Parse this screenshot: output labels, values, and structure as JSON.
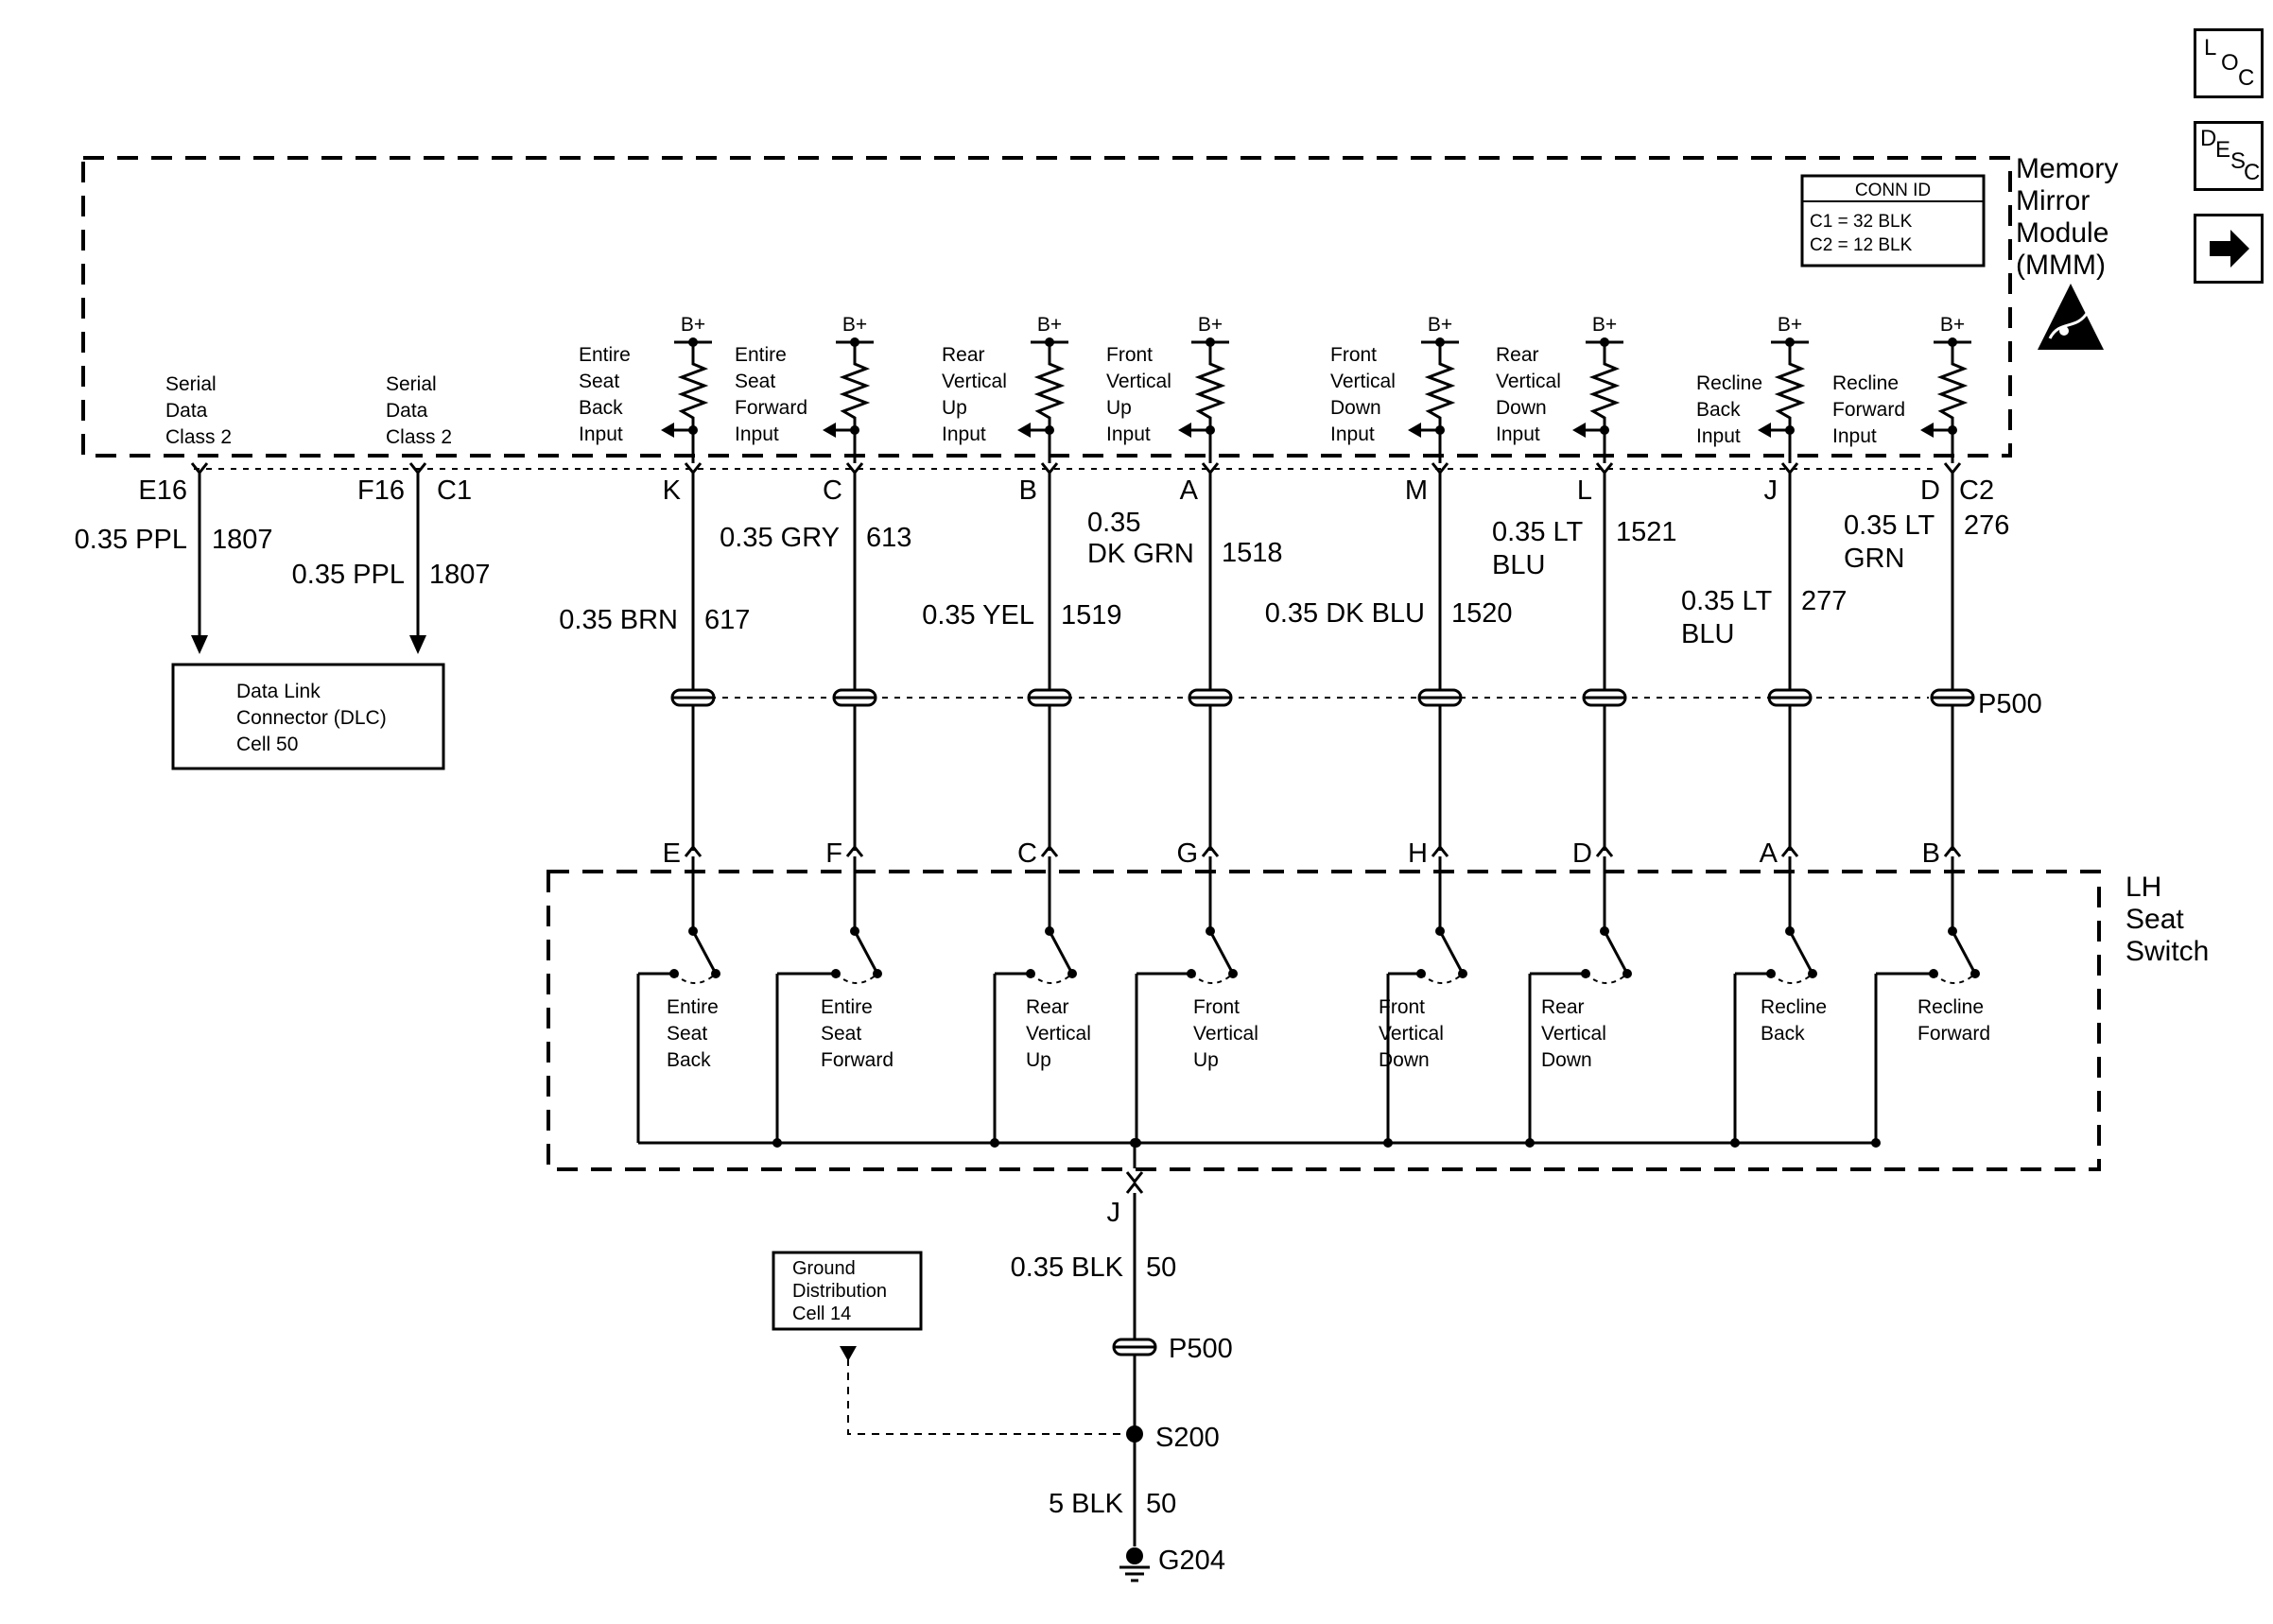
{
  "module": {
    "name_lines": [
      "Memory",
      "Mirror",
      "Module",
      "(MMM)"
    ]
  },
  "conn_id": {
    "title": "CONN ID",
    "rows": [
      "C1 = 32 BLK",
      "C2 = 12 BLK"
    ]
  },
  "serial_data": [
    {
      "pin": "E16",
      "label_lines": [
        "Serial",
        "Data",
        "Class 2"
      ],
      "wire": "0.35 PPL",
      "circuit": "1807"
    },
    {
      "pin": "F16",
      "connector": "C1",
      "label_lines": [
        "Serial",
        "Data",
        "Class 2"
      ],
      "wire": "0.35 PPL",
      "circuit": "1807"
    }
  ],
  "dlc": {
    "lines": [
      "Data Link",
      "Connector (DLC)",
      "Cell 50"
    ]
  },
  "b_plus": "B+",
  "c2_label": "C2",
  "channels": [
    {
      "id": "esb",
      "input_lines": [
        "Entire",
        "Seat",
        "Back",
        "Input"
      ],
      "pin_top": "K",
      "wire_lines": [
        "0.35 BRN"
      ],
      "circuit": "617",
      "pin_bottom": "E",
      "switch_lines": [
        "Entire",
        "Seat",
        "Back"
      ]
    },
    {
      "id": "esf",
      "input_lines": [
        "Entire",
        "Seat",
        "Forward",
        "Input"
      ],
      "pin_top": "C",
      "wire_lines": [
        "0.35 GRY"
      ],
      "circuit": "613",
      "pin_bottom": "F",
      "switch_lines": [
        "Entire",
        "Seat",
        "Forward"
      ]
    },
    {
      "id": "rvu",
      "input_lines": [
        "Rear",
        "Vertical",
        "Up",
        "Input"
      ],
      "pin_top": "B",
      "wire_lines": [
        "0.35 YEL"
      ],
      "circuit": "1519",
      "pin_bottom": "C",
      "switch_lines": [
        "Rear",
        "Vertical",
        "Up"
      ]
    },
    {
      "id": "fvu",
      "input_lines": [
        "Front",
        "Vertical",
        "Up",
        "Input"
      ],
      "pin_top": "A",
      "wire_lines": [
        "0.35",
        "DK GRN"
      ],
      "circuit": "1518",
      "pin_bottom": "G",
      "switch_lines": [
        "Front",
        "Vertical",
        "Up"
      ]
    },
    {
      "id": "fvd",
      "input_lines": [
        "Front",
        "Vertical",
        "Down",
        "Input"
      ],
      "pin_top": "M",
      "wire_lines": [
        "0.35 DK BLU"
      ],
      "circuit": "1520",
      "pin_bottom": "H",
      "switch_lines": [
        "Front",
        "Vertical",
        "Down"
      ]
    },
    {
      "id": "rvd",
      "input_lines": [
        "Rear",
        "Vertical",
        "Down",
        "Input"
      ],
      "pin_top": "L",
      "wire_lines": [
        "0.35 LT",
        "BLU"
      ],
      "circuit": "1521",
      "pin_bottom": "D",
      "switch_lines": [
        "Rear",
        "Vertical",
        "Down"
      ]
    },
    {
      "id": "rb",
      "input_lines": [
        "Recline",
        "Back",
        "Input"
      ],
      "pin_top": "J",
      "wire_lines": [
        "0.35 LT",
        "BLU"
      ],
      "circuit": "277",
      "pin_bottom": "A",
      "switch_lines": [
        "Recline",
        "Back"
      ]
    },
    {
      "id": "rf",
      "input_lines": [
        "Recline",
        "Forward",
        "Input"
      ],
      "pin_top": "D",
      "wire_lines": [
        "0.35 LT",
        "GRN"
      ],
      "circuit": "276",
      "pin_bottom": "B",
      "switch_lines": [
        "Recline",
        "Forward"
      ]
    }
  ],
  "p500": "P500",
  "seat_switch": {
    "name_lines": [
      "LH",
      "Seat",
      "Switch"
    ]
  },
  "ground": {
    "pin": "J",
    "wire1": "0.35 BLK",
    "circuit1": "50",
    "inline": "P500",
    "splice": "S200",
    "wire2": "5 BLK",
    "circuit2": "50",
    "ground_point": "G204",
    "ref_lines": [
      "Ground",
      "Distribution",
      "Cell 14"
    ]
  },
  "side_icons": {
    "loc": [
      "L",
      "O",
      "C"
    ],
    "desc": [
      "D",
      "E",
      "S",
      "C"
    ],
    "next_icon": "arrow-right-icon"
  }
}
